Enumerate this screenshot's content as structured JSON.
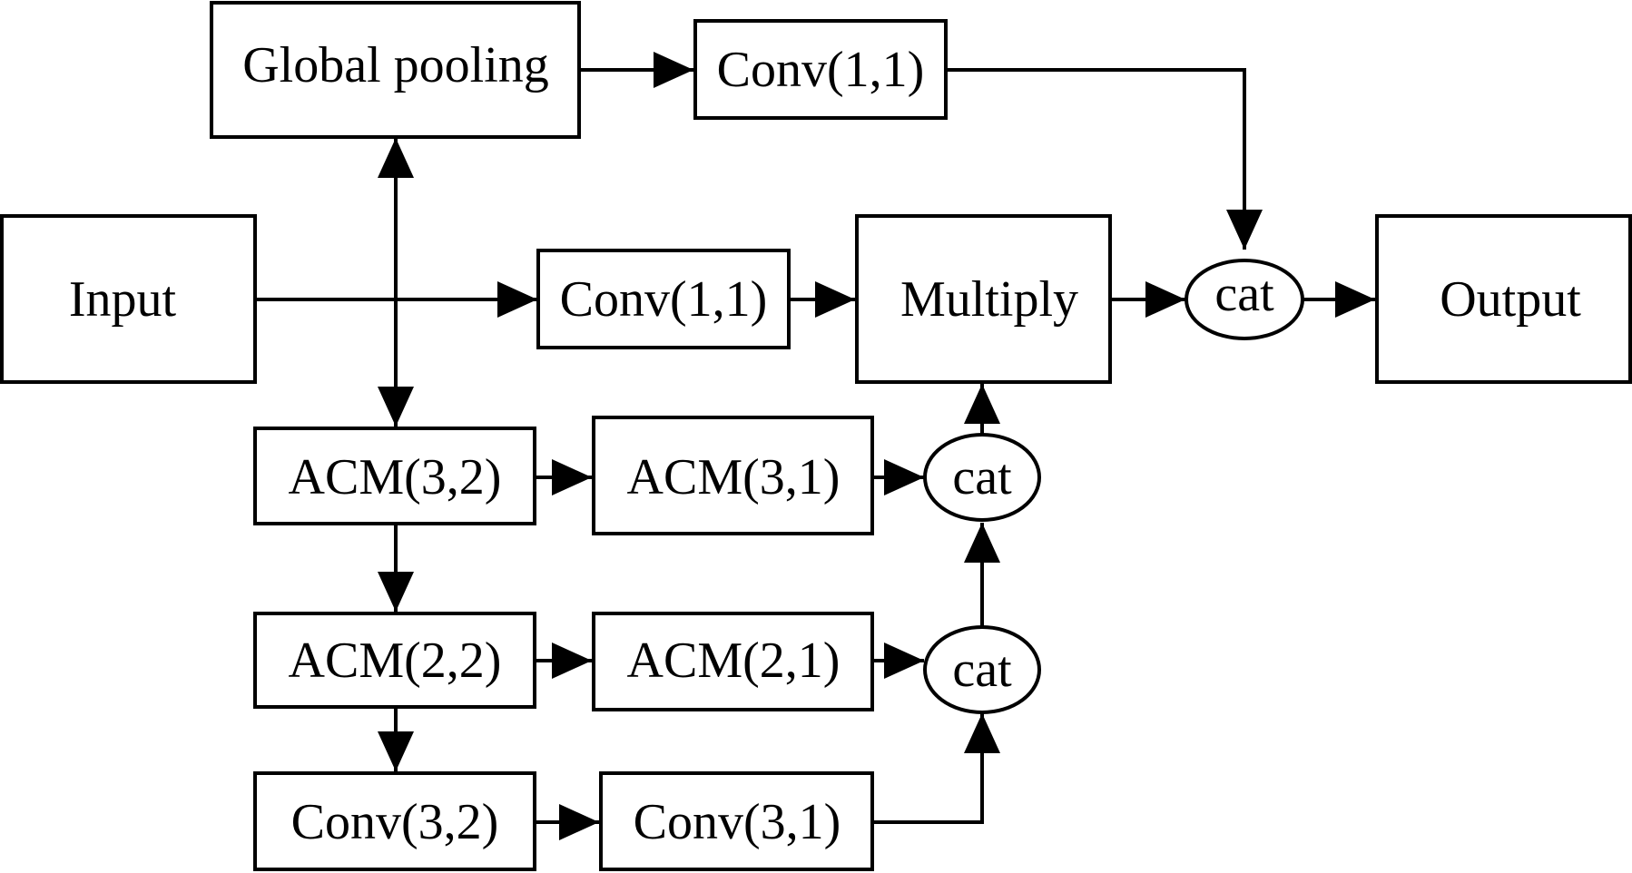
{
  "nodes": {
    "global_pooling": "Global pooling",
    "conv11_top": "Conv(1,1)",
    "input": "Input",
    "conv11_mid": "Conv(1,1)",
    "multiply": "Multiply",
    "cat_main": "cat",
    "output": "Output",
    "acm32": "ACM(3,2)",
    "acm31": "ACM(3,1)",
    "cat_upper": "cat",
    "acm22": "ACM(2,2)",
    "acm21": "ACM(2,1)",
    "cat_lower": "cat",
    "conv32": "Conv(3,2)",
    "conv31": "Conv(3,1)"
  },
  "edges": [
    {
      "from": "input",
      "to": "conv11_mid"
    },
    {
      "from": "input",
      "to": "global_pooling"
    },
    {
      "from": "input",
      "to": "acm32"
    },
    {
      "from": "global_pooling",
      "to": "conv11_top"
    },
    {
      "from": "conv11_top",
      "to": "cat_main"
    },
    {
      "from": "conv11_mid",
      "to": "multiply"
    },
    {
      "from": "multiply",
      "to": "cat_main"
    },
    {
      "from": "cat_main",
      "to": "output"
    },
    {
      "from": "acm32",
      "to": "acm31"
    },
    {
      "from": "acm32",
      "to": "acm22"
    },
    {
      "from": "acm31",
      "to": "cat_upper"
    },
    {
      "from": "cat_upper",
      "to": "multiply"
    },
    {
      "from": "acm22",
      "to": "acm21"
    },
    {
      "from": "acm22",
      "to": "conv32"
    },
    {
      "from": "acm21",
      "to": "cat_lower"
    },
    {
      "from": "cat_lower",
      "to": "cat_upper"
    },
    {
      "from": "conv32",
      "to": "conv31"
    },
    {
      "from": "conv31",
      "to": "cat_lower"
    }
  ]
}
